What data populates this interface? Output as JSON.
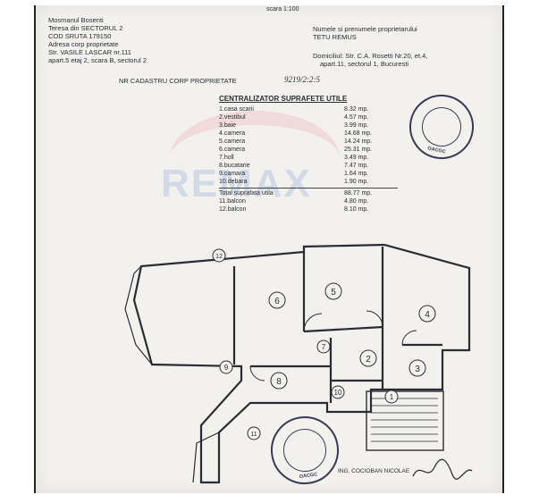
{
  "document": {
    "scale": "scara 1:100",
    "header_left": [
      "Mosmanul Bosenti",
      "Teresa din SECTORUL 2",
      "COD SRUTA 179150",
      "Adresa corp proprietate",
      "Str. VASILE LASCAR nr.111",
      "apart.5 etaj 2, scara B, sectorul 2"
    ],
    "cadastral_label": "NR CADASTRU CORP PROPRIETATE",
    "cadastral_number": "9219/2:2:5",
    "owner_label": "Numele si prenumele proprietarului",
    "owner_name": "TETU REMUS",
    "address_line1": "Domiciliul: Str. C.A. Rosetti Nr.20, et.4,",
    "address_line2": "apart.11, sectorul 1, Bucuresti"
  },
  "surfaces": {
    "title": "CENTRALIZATOR SUPRAFETE UTILE",
    "rows": [
      {
        "label": "1.casa scarii",
        "value": "8.32 mp."
      },
      {
        "label": "2.vestibul",
        "value": "4.57 mp."
      },
      {
        "label": "3.baie",
        "value": "3.99 mp."
      },
      {
        "label": "4.camera",
        "value": "14.68 mp."
      },
      {
        "label": "5.camera",
        "value": "14.24 mp."
      },
      {
        "label": "6.camera",
        "value": "25.31 mp."
      },
      {
        "label": "7.holl",
        "value": "3.49 mp."
      },
      {
        "label": "8.bucatarie",
        "value": "7.47 mp."
      },
      {
        "label": "9.camara",
        "value": "1.64 mp."
      },
      {
        "label": "10.debara",
        "value": "1.90 mp."
      }
    ],
    "total": {
      "label": "Total suprafata utila",
      "value": "88.77 mp."
    },
    "extra": [
      {
        "label": "11.balcon",
        "value": "4.80 mp."
      },
      {
        "label": "12.balcon",
        "value": "8.10 mp."
      }
    ]
  },
  "plan": {
    "room_numbers": [
      "1",
      "2",
      "3",
      "4",
      "5",
      "6",
      "7",
      "8",
      "9",
      "10",
      "11",
      "12"
    ]
  },
  "watermark": "REMAX",
  "stamps": {
    "stamp1_code": "OACGC",
    "stamp2_code": "OACGC"
  },
  "signature_text": "ING. COCIOBAN NICOLAE",
  "colors": {
    "ink": "#2b2b33",
    "paper": "#f2f1ee",
    "stamp": "#3a3a55",
    "watermark": "#7896d2"
  }
}
